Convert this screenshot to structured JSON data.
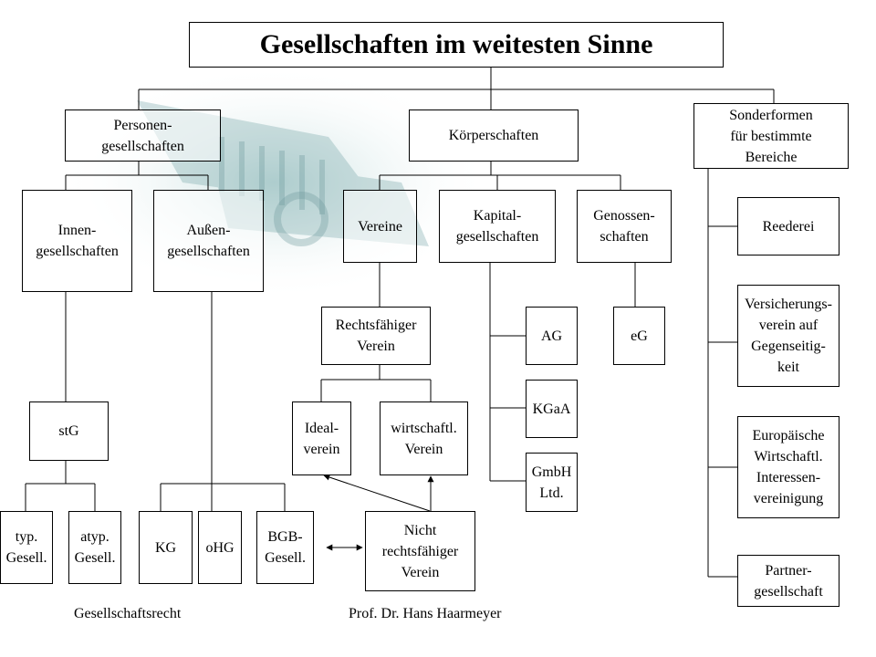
{
  "title": "Gesellschaften im weitesten Sinne",
  "nodes": {
    "personengesellschaften": "Personen-\ngesellschaften",
    "koerperschaften": "Körperschaften",
    "sonderformen": "Sonderformen\nfür bestimmte\nBereiche",
    "innengesellschaften": "Innen-\ngesellschaften",
    "aussengesellschaften": "Außen-\ngesellschaften",
    "vereine": "Vereine",
    "kapitalgesellschaften": "Kapital-\ngesellschaften",
    "genossenschaften": "Genossen-\nschaften",
    "rechtsfaehiger_verein": "Rechtsfähiger\nVerein",
    "idealverein": "Ideal-\nverein",
    "wirtschaftl_verein": "wirtschaftl.\nVerein",
    "nicht_rechtsfaehiger_verein": "Nicht\nrechtsfähiger\nVerein",
    "stg": "stG",
    "typ_gesell": "typ.\nGesell.",
    "atyp_gesell": "atyp.\nGesell.",
    "kg": "KG",
    "ohg": "oHG",
    "bgb_gesell": "BGB-\nGesell.",
    "ag": "AG",
    "kgaa": "KGaA",
    "gmbh": "GmbH\nLtd.",
    "eg": "eG",
    "reederei": "Reederei",
    "versicherungsverein": "Versicherungs-\nverein auf\nGegenseitig-\nkeit",
    "ewiv": "Europäische\nWirtschaftl.\nInteressen-\nvereinigung",
    "partnergesellschaft": "Partner-\ngesellschaft"
  },
  "footer": {
    "course": "Gesellschaftsrecht",
    "author": "Prof. Dr. Hans Haarmeyer"
  }
}
